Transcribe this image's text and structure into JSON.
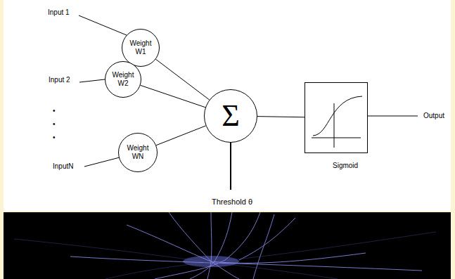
{
  "diagram": {
    "nodes": [
      {
        "text": [
          "Weight W1"
        ]
      },
      {
        "text": [
          "Weight W2"
        ]
      },
      {
        "text": [
          "Weight WN"
        ]
      },
      {
        "text": [
          "Σ"
        ]
      },
      {
        "text": [
          "Sigmoid"
        ]
      }
    ],
    "edges": [
      {
        "from": 0,
        "to": 3,
        "arrow": "none"
      },
      {
        "from": 1,
        "to": 3,
        "arrow": "none"
      },
      {
        "from": 2,
        "to": 3,
        "arrow": "none"
      },
      {
        "from": 3,
        "to": 4,
        "arrow": "none"
      }
    ],
    "labels": [
      "Input 1",
      "Input 2",
      "•",
      "•",
      "•",
      "InputN",
      "Threshold θ",
      "Output"
    ]
  }
}
